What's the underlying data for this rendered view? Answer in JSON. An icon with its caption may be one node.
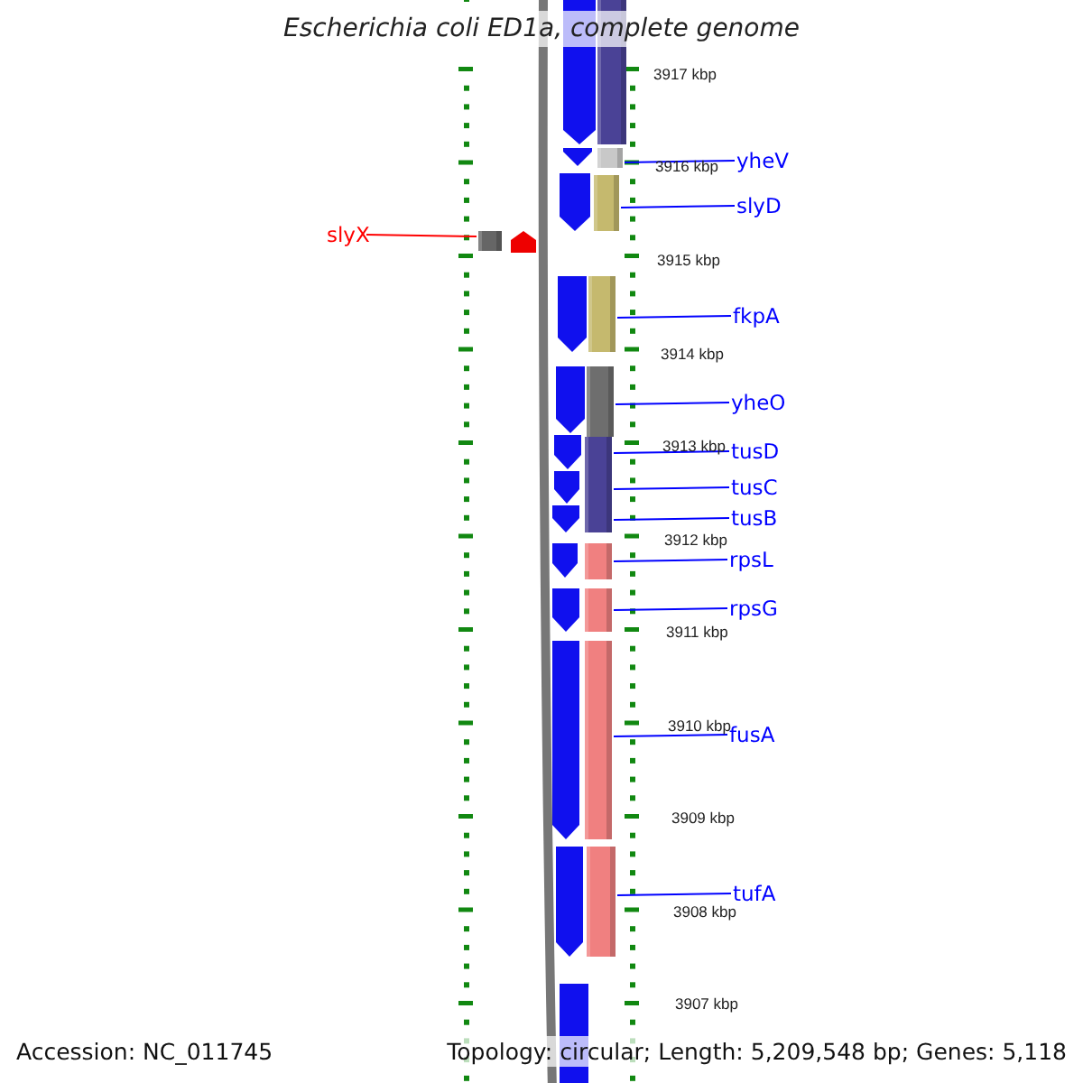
{
  "diagram": {
    "title": "Escherichia coli ED1a, complete genome",
    "nodes": [
      {
        "text": [
          "slyX"
        ]
      },
      {
        "text": [
          "yheV"
        ]
      },
      {
        "text": [
          "slyD"
        ]
      },
      {
        "text": [
          "fkpA"
        ]
      },
      {
        "text": [
          "yheO"
        ]
      },
      {
        "text": [
          "tusD"
        ]
      },
      {
        "text": [
          "tusC"
        ]
      },
      {
        "text": [
          "tusB"
        ]
      },
      {
        "text": [
          "rpsL"
        ]
      },
      {
        "text": [
          "rpsG"
        ]
      },
      {
        "text": [
          "fusA"
        ]
      },
      {
        "text": [
          "tufA"
        ]
      },
      {
        "text": [],
        "shape": "bar"
      },
      {
        "text": [],
        "shape": "bar"
      },
      {
        "text": [],
        "shape": "bar"
      },
      {
        "text": [],
        "shape": "bar"
      },
      {
        "text": [],
        "shape": "bar"
      },
      {
        "text": [],
        "shape": "bar"
      },
      {
        "text": [],
        "shape": "bar"
      },
      {
        "text": [],
        "shape": "bar"
      },
      {
        "text": [],
        "shape": "bar"
      },
      {
        "text": [],
        "shape": "bar"
      },
      {
        "text": [],
        "shape": "bar"
      },
      {
        "text": [],
        "shape": "bar"
      },
      {
        "text": [],
        "shape": "bar"
      }
    ],
    "edges": [
      {
        "from": 0,
        "to": 12,
        "arrow": "none",
        "color": "#ff0000"
      },
      {
        "from": 1,
        "to": 14,
        "arrow": "none"
      },
      {
        "from": 2,
        "to": 15,
        "arrow": "none"
      },
      {
        "from": 3,
        "to": 16,
        "arrow": "none"
      },
      {
        "from": 4,
        "to": 17,
        "arrow": "none"
      },
      {
        "from": 5,
        "to": 18,
        "arrow": "none"
      },
      {
        "from": 6,
        "to": 19,
        "arrow": "none"
      },
      {
        "from": 7,
        "to": 20,
        "arrow": "none"
      },
      {
        "from": 8,
        "to": 21,
        "arrow": "none"
      },
      {
        "from": 9,
        "to": 22,
        "arrow": "none"
      },
      {
        "from": 10,
        "to": 23,
        "arrow": "none"
      },
      {
        "from": 11,
        "to": 24,
        "arrow": "none"
      }
    ],
    "labels": [
      "3917 kbp",
      "3916 kbp",
      "3915 kbp",
      "3914 kbp",
      "3913 kbp",
      "3912 kbp",
      "3911 kbp",
      "3910 kbp",
      "3909 kbp",
      "3908 kbp",
      "3907 kbp",
      "Accession: NC_011745",
      "Topology: circular; Length: 5,209,548 bp; Genes: 5,118"
    ]
  }
}
